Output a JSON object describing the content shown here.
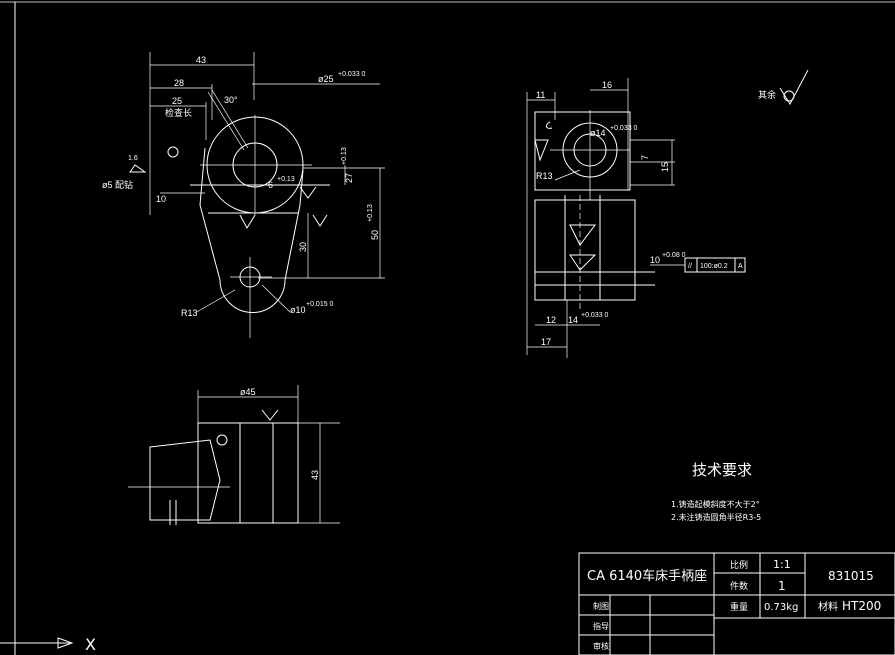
{
  "front_view": {
    "dims": {
      "d43": "43",
      "d28": "28",
      "d25": "25",
      "angle30": "30°",
      "check": "检查长",
      "d10": "10",
      "d5": "ø5 配钻",
      "dia25": "ø25",
      "dia25_tol": "+0.033 0",
      "r13": "R13",
      "d30": "30",
      "d27": "27",
      "d27_tol": "+0.13",
      "d50": "50",
      "d50_tol": "+0.13",
      "dia10": "ø10",
      "dia10_tol": "+0.015 0",
      "d6": "6",
      "d6_tol": "+0.13"
    }
  },
  "side_view": {
    "dims": {
      "d11": "11",
      "d16": "16",
      "dia14": "ø14",
      "dia14_tol": "+0.033 0",
      "d7": "7",
      "d15": "15",
      "r13": "R13",
      "d10": "10",
      "d10_tol": "+0.08 0",
      "tol_frame_sym": "//",
      "tol_frame_val": "100:ø0.2",
      "tol_frame_ref": "A",
      "d12": "12",
      "d14": "14",
      "d14_tol": "+0.033 0",
      "d17": "17"
    },
    "roughness_other": "其余"
  },
  "top_view": {
    "dims": {
      "dia45": "ø45",
      "d43": "43"
    }
  },
  "tech_req": {
    "title": "技术要求",
    "items": [
      "1.铸造起模斜度不大于2°",
      "2.未注铸造圆角半径R3-5"
    ]
  },
  "title_block": {
    "part_name": "CA 6140车床手柄座",
    "scale_label": "比例",
    "scale_value": "1:1",
    "qty_label": "件数",
    "qty_value": "1",
    "drawing_no": "831015",
    "weight_label": "重量",
    "weight_value": "0.73kg",
    "material_label": "材料",
    "material_value": "HT200",
    "drawn_label": "制图",
    "guide_label": "指导",
    "review_label": "审核"
  },
  "ucs": {
    "x_label": "X"
  }
}
